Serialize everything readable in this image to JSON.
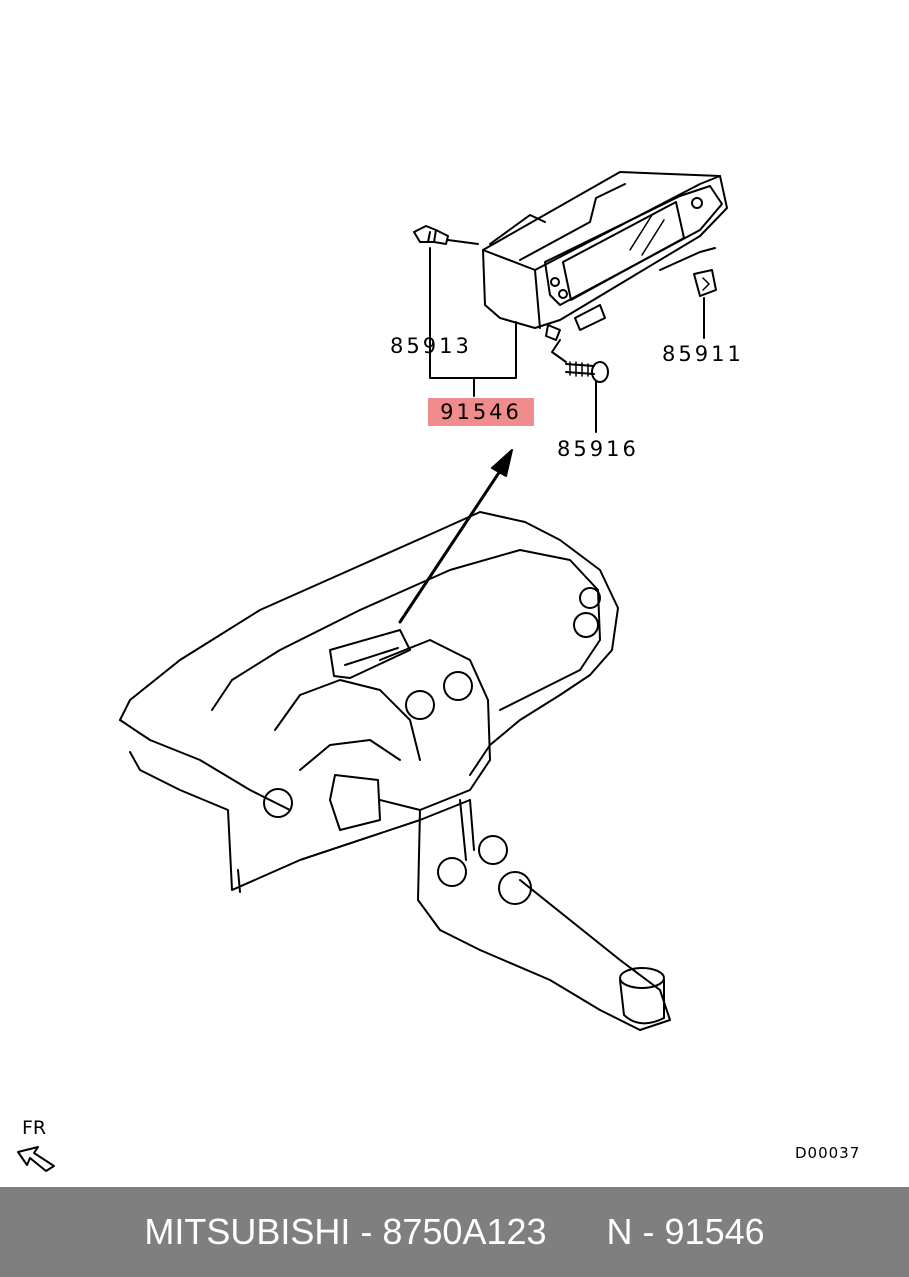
{
  "callouts": {
    "part_85913": "85913",
    "part_85911": "85911",
    "part_91546": "91546",
    "part_85916": "85916"
  },
  "highlight_color": "#f08c8c",
  "direction_label": "FR",
  "diagram_code": "D00037",
  "footer": {
    "brand": "MITSUBISHI",
    "sep1": " - ",
    "part_number": "8750A123",
    "gap": "      ",
    "ref_prefix": "N",
    "sep2": " - ",
    "ref_number": "91546",
    "background": "#7f7f7f"
  }
}
